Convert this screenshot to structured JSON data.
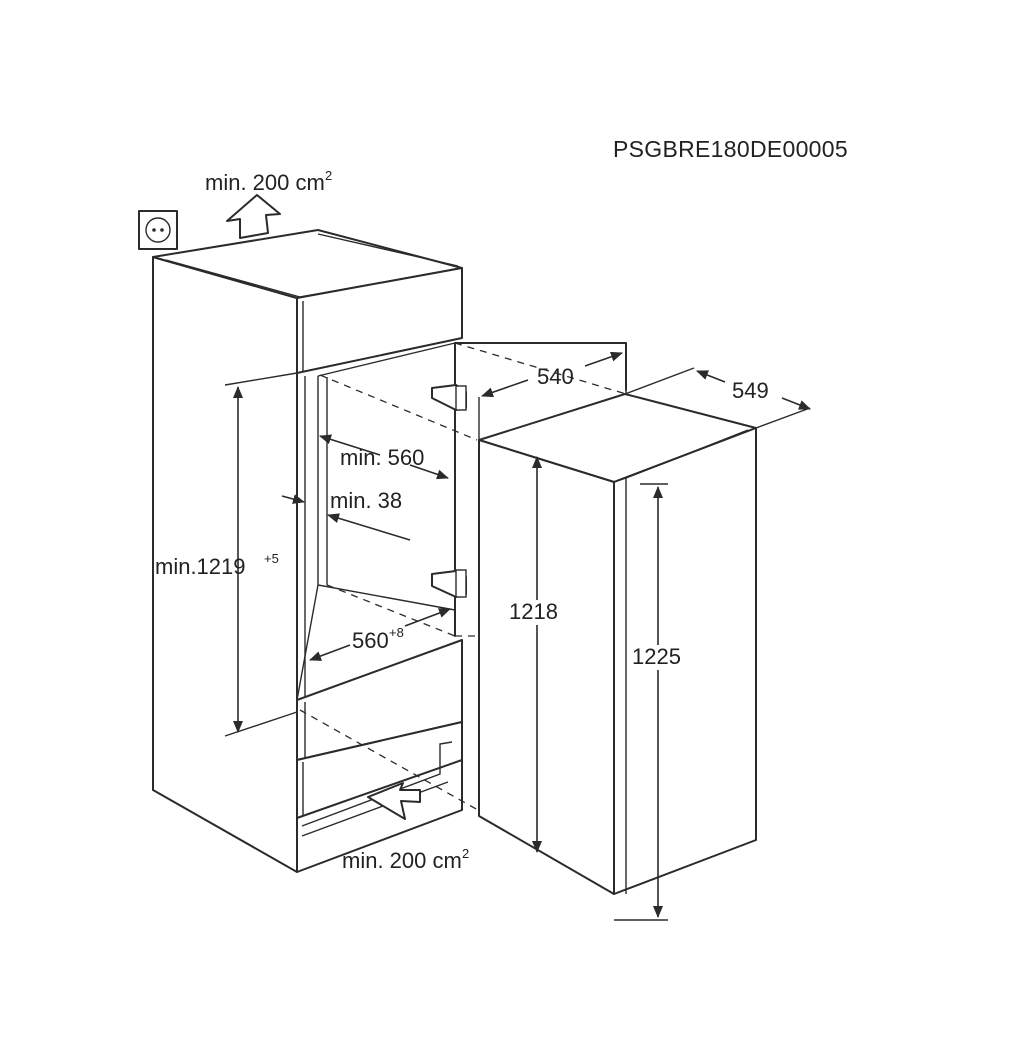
{
  "document_code": "PSGBRE180DE00005",
  "labels": {
    "vent_top": "min. 200 cm",
    "vent_top_sup": "2",
    "vent_bottom": "min. 200 cm",
    "vent_bottom_sup": "2",
    "niche_width": "min. 560",
    "side_gap": "min. 38",
    "niche_height": "min.1219",
    "niche_height_sup": "+5",
    "niche_depth": "560",
    "niche_depth_sup": "+8",
    "appliance_depth": "540",
    "door_depth": "549",
    "appliance_height": "1218",
    "door_height": "1225"
  },
  "icons": [
    "power-socket-icon",
    "air-flow-arrow-icon",
    "door-hinge-icon"
  ],
  "colors": {
    "line": "#2b2b2b",
    "text": "#222222",
    "background": "#ffffff"
  }
}
